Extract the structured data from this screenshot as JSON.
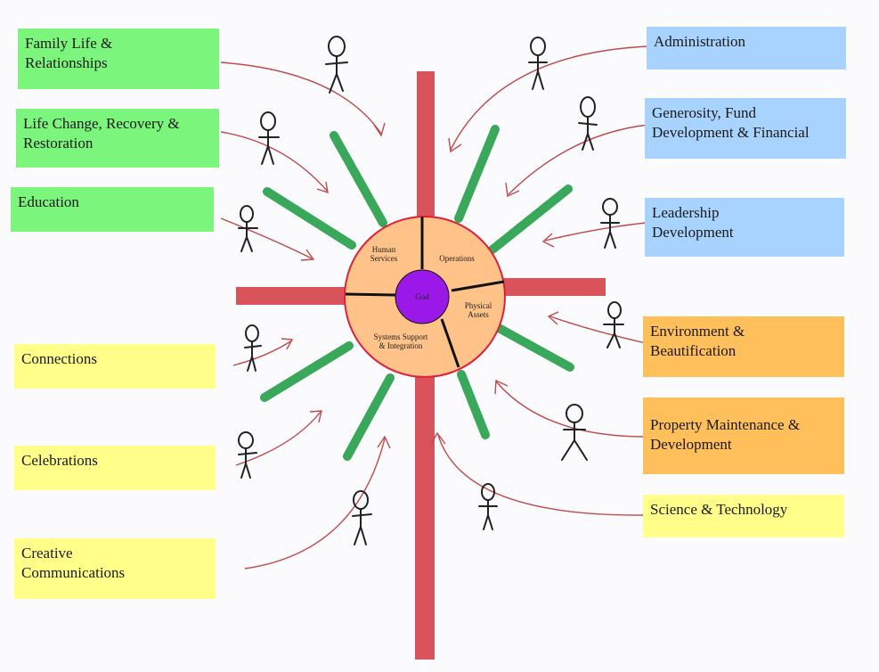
{
  "diagram": {
    "center_label": "God",
    "segments": [
      {
        "id": "human-services",
        "label_lines": [
          "Human",
          "Services"
        ]
      },
      {
        "id": "operations",
        "label_lines": [
          "Operations"
        ]
      },
      {
        "id": "physical-assets",
        "label_lines": [
          "Physical",
          "Assets"
        ]
      },
      {
        "id": "systems-support",
        "label_lines": [
          "Systems Support",
          "& Integration"
        ]
      }
    ],
    "boxes": [
      {
        "id": "family-life",
        "text": "Family Life &\nRelationships",
        "color": "green"
      },
      {
        "id": "life-change",
        "text": "Life Change, Recovery &\nRestoration",
        "color": "green"
      },
      {
        "id": "education",
        "text": "Education",
        "color": "green"
      },
      {
        "id": "connections",
        "text": "Connections",
        "color": "yellow"
      },
      {
        "id": "celebrations",
        "text": "Celebrations",
        "color": "yellow"
      },
      {
        "id": "creative-communications",
        "text": "Creative\nCommunications",
        "color": "yellow"
      },
      {
        "id": "administration",
        "text": "Administration",
        "color": "blue"
      },
      {
        "id": "generosity",
        "text": "Generosity, Fund\nDevelopment & Financial",
        "color": "blue"
      },
      {
        "id": "leadership",
        "text": "Leadership\nDevelopment",
        "color": "blue"
      },
      {
        "id": "environment",
        "text": "Environment &\nBeautification",
        "color": "orange"
      },
      {
        "id": "property",
        "text": "Property Maintenance &\nDevelopment",
        "color": "orange"
      },
      {
        "id": "science",
        "text": "Science & Technology",
        "color": "yellow"
      }
    ],
    "colors": {
      "green": "#7bf57b",
      "blue": "#a9d3ff",
      "orange": "#ffbf5a",
      "yellow": "#ffff8a",
      "red_cross": "#d9535a",
      "green_spokes": "#3aa85a",
      "hub_fill": "#ffc38a",
      "hub_ring": "#e0203a",
      "center_fill": "#9b19e8",
      "arrow": "#c04a4a"
    }
  }
}
